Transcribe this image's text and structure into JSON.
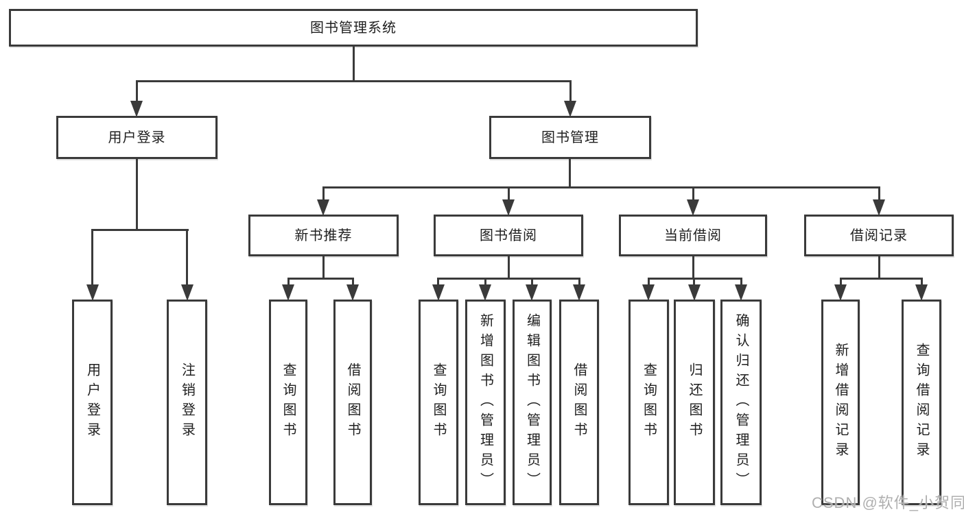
{
  "diagram": {
    "root": {
      "label": "图书管理系统"
    },
    "branches": {
      "user_login": {
        "label": "用户登录",
        "children": [
          {
            "label": "用户登录"
          },
          {
            "label": "注销登录"
          }
        ]
      },
      "book_mgmt": {
        "label": "图书管理",
        "sections": {
          "new_books": {
            "label": "新书推荐",
            "children": [
              {
                "label": "查询图书"
              },
              {
                "label": "借阅图书"
              }
            ]
          },
          "book_borrow": {
            "label": "图书借阅",
            "children": [
              {
                "label": "查询图书"
              },
              {
                "label": "新增图书（管理员）"
              },
              {
                "label": "编辑图书（管理员）"
              },
              {
                "label": "借阅图书"
              }
            ]
          },
          "current_borrow": {
            "label": "当前借阅",
            "children": [
              {
                "label": "查询图书"
              },
              {
                "label": "归还图书"
              },
              {
                "label": "确认归还（管理员）"
              }
            ]
          },
          "borrow_records": {
            "label": "借阅记录",
            "children": [
              {
                "label": "新增借阅记录"
              },
              {
                "label": "查询借阅记录"
              }
            ]
          }
        }
      }
    },
    "line_color": "#3a3a3a"
  },
  "watermark": {
    "text": "CSDN @软件_小贺同学"
  }
}
